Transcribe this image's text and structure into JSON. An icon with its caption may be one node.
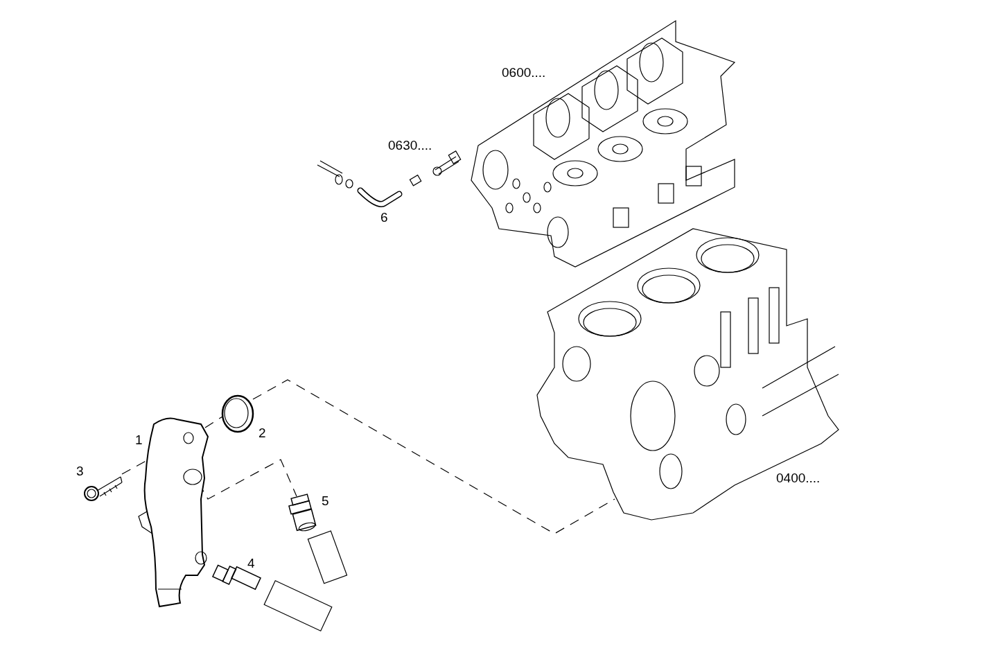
{
  "diagram": {
    "nodes": [
      {
        "text": [],
        "shape": "picture",
        "beside": [
          "0400...."
        ]
      },
      {
        "text": [],
        "shape": "picture",
        "beside": [
          "2"
        ]
      },
      {
        "text": [],
        "shape": "picture",
        "beside": [
          "1"
        ]
      },
      {
        "text": [],
        "shape": "picture",
        "beside": [
          "3"
        ]
      },
      {
        "text": [],
        "shape": "picture",
        "beside": [
          "5"
        ]
      }
    ],
    "edges": [
      {
        "from": 3,
        "to": 2,
        "arrow": "none",
        "style": "dashed"
      },
      {
        "from": 2,
        "to": 1,
        "arrow": "none",
        "style": "dashed"
      },
      {
        "from": 1,
        "to": 0,
        "arrow": "none",
        "style": "dashed"
      },
      {
        "from": 2,
        "to": 4,
        "arrow": "none",
        "style": "dashed"
      }
    ],
    "labels": [
      "0600....",
      "0630....",
      "6",
      "4"
    ]
  }
}
